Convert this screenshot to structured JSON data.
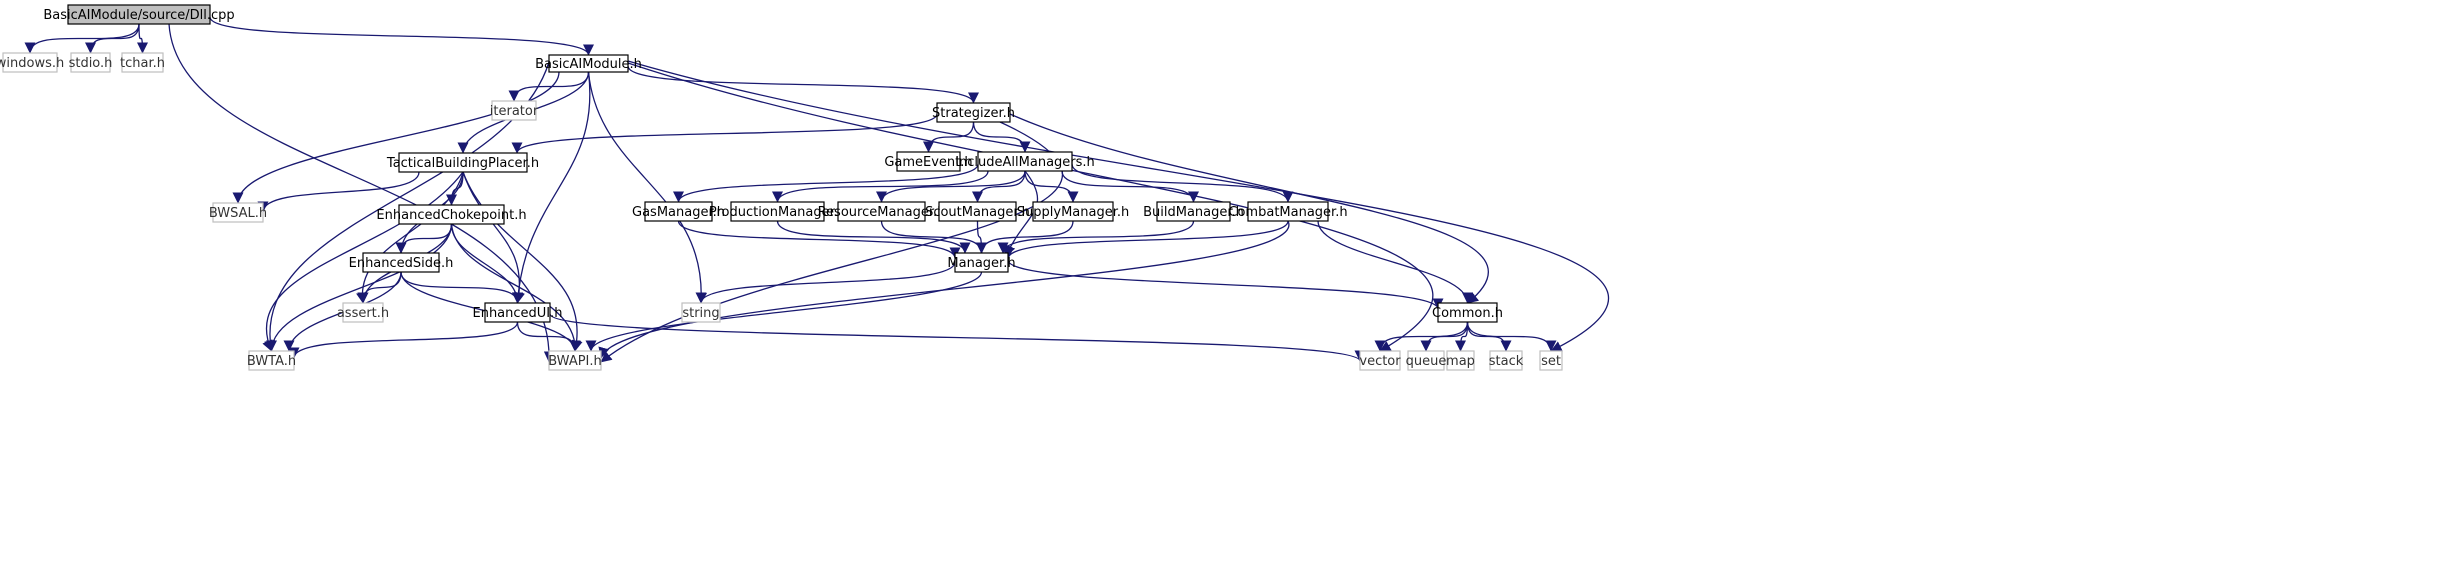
{
  "diagram": {
    "edge_color": "#191970",
    "root_fill": "#bfbfbf",
    "external_border": "#bfbfbf",
    "nodes": [
      {
        "id": "dll",
        "label": "BasicAIModule/source/Dll.cpp",
        "kind": "root"
      },
      {
        "id": "windows",
        "label": "windows.h",
        "kind": "external"
      },
      {
        "id": "stdio",
        "label": "stdio.h",
        "kind": "external"
      },
      {
        "id": "tchar",
        "label": "tchar.h",
        "kind": "external"
      },
      {
        "id": "basicai",
        "label": "BasicAIModule.h",
        "kind": "project"
      },
      {
        "id": "iterator",
        "label": "iterator",
        "kind": "external"
      },
      {
        "id": "strategizer",
        "label": "Strategizer.h",
        "kind": "project"
      },
      {
        "id": "tbp",
        "label": "TacticalBuildingPlacer.h",
        "kind": "project"
      },
      {
        "id": "gameevent",
        "label": "GameEvent.h",
        "kind": "project"
      },
      {
        "id": "includeall",
        "label": "IncludeAllManagers.h",
        "kind": "project"
      },
      {
        "id": "bwsal",
        "label": "BWSAL.h",
        "kind": "external"
      },
      {
        "id": "echoke",
        "label": "EnhancedChokepoint.h",
        "kind": "project"
      },
      {
        "id": "gas",
        "label": "GasManager.h",
        "kind": "project"
      },
      {
        "id": "production",
        "label": "ProductionManager.h",
        "kind": "project"
      },
      {
        "id": "resource",
        "label": "ResourceManager.h",
        "kind": "project"
      },
      {
        "id": "scout",
        "label": "ScoutManager.h",
        "kind": "project"
      },
      {
        "id": "supply",
        "label": "SupplyManager.h",
        "kind": "project"
      },
      {
        "id": "build",
        "label": "BuildManager.h",
        "kind": "project"
      },
      {
        "id": "combat",
        "label": "CombatManager.h",
        "kind": "project"
      },
      {
        "id": "eside",
        "label": "EnhancedSide.h",
        "kind": "project"
      },
      {
        "id": "manager",
        "label": "Manager.h",
        "kind": "project"
      },
      {
        "id": "assert",
        "label": "assert.h",
        "kind": "external"
      },
      {
        "id": "eui",
        "label": "EnhancedUI.h",
        "kind": "project"
      },
      {
        "id": "string",
        "label": "string",
        "kind": "external"
      },
      {
        "id": "common",
        "label": "Common.h",
        "kind": "project"
      },
      {
        "id": "bwta",
        "label": "BWTA.h",
        "kind": "external"
      },
      {
        "id": "bwapi",
        "label": "BWAPI.h",
        "kind": "external"
      },
      {
        "id": "vector",
        "label": "vector",
        "kind": "external"
      },
      {
        "id": "queue",
        "label": "queue",
        "kind": "external"
      },
      {
        "id": "map",
        "label": "map",
        "kind": "external"
      },
      {
        "id": "stack",
        "label": "stack",
        "kind": "external"
      },
      {
        "id": "set",
        "label": "set",
        "kind": "external"
      }
    ],
    "edges": [
      [
        "dll",
        "windows"
      ],
      [
        "dll",
        "stdio"
      ],
      [
        "dll",
        "tchar"
      ],
      [
        "dll",
        "basicai"
      ],
      [
        "dll",
        "bwapi"
      ],
      [
        "basicai",
        "iterator"
      ],
      [
        "basicai",
        "strategizer"
      ],
      [
        "basicai",
        "tbp"
      ],
      [
        "basicai",
        "bwsal"
      ],
      [
        "basicai",
        "bwta"
      ],
      [
        "basicai",
        "eui"
      ],
      [
        "basicai",
        "string"
      ],
      [
        "basicai",
        "vector"
      ],
      [
        "basicai",
        "set"
      ],
      [
        "strategizer",
        "tbp"
      ],
      [
        "strategizer",
        "gameevent"
      ],
      [
        "strategizer",
        "includeall"
      ],
      [
        "strategizer",
        "common"
      ],
      [
        "strategizer",
        "bwapi"
      ],
      [
        "tbp",
        "bwsal"
      ],
      [
        "tbp",
        "echoke"
      ],
      [
        "tbp",
        "eside"
      ],
      [
        "tbp",
        "assert"
      ],
      [
        "tbp",
        "bwta"
      ],
      [
        "tbp",
        "eui"
      ],
      [
        "tbp",
        "bwapi"
      ],
      [
        "echoke",
        "eside"
      ],
      [
        "echoke",
        "assert"
      ],
      [
        "echoke",
        "bwta"
      ],
      [
        "echoke",
        "eui"
      ],
      [
        "echoke",
        "bwapi"
      ],
      [
        "eside",
        "assert"
      ],
      [
        "eside",
        "eui"
      ],
      [
        "eside",
        "bwta"
      ],
      [
        "eside",
        "bwapi"
      ],
      [
        "eui",
        "bwta"
      ],
      [
        "eui",
        "bwapi"
      ],
      [
        "eui",
        "vector"
      ],
      [
        "includeall",
        "gas"
      ],
      [
        "includeall",
        "production"
      ],
      [
        "includeall",
        "resource"
      ],
      [
        "includeall",
        "scout"
      ],
      [
        "includeall",
        "supply"
      ],
      [
        "includeall",
        "build"
      ],
      [
        "includeall",
        "combat"
      ],
      [
        "includeall",
        "manager"
      ],
      [
        "gas",
        "manager"
      ],
      [
        "production",
        "manager"
      ],
      [
        "resource",
        "manager"
      ],
      [
        "scout",
        "manager"
      ],
      [
        "supply",
        "manager"
      ],
      [
        "build",
        "manager"
      ],
      [
        "combat",
        "manager"
      ],
      [
        "combat",
        "common"
      ],
      [
        "combat",
        "bwapi"
      ],
      [
        "manager",
        "string"
      ],
      [
        "manager",
        "bwapi"
      ],
      [
        "manager",
        "common"
      ],
      [
        "common",
        "vector"
      ],
      [
        "common",
        "queue"
      ],
      [
        "common",
        "map"
      ],
      [
        "common",
        "stack"
      ],
      [
        "common",
        "set"
      ]
    ]
  }
}
